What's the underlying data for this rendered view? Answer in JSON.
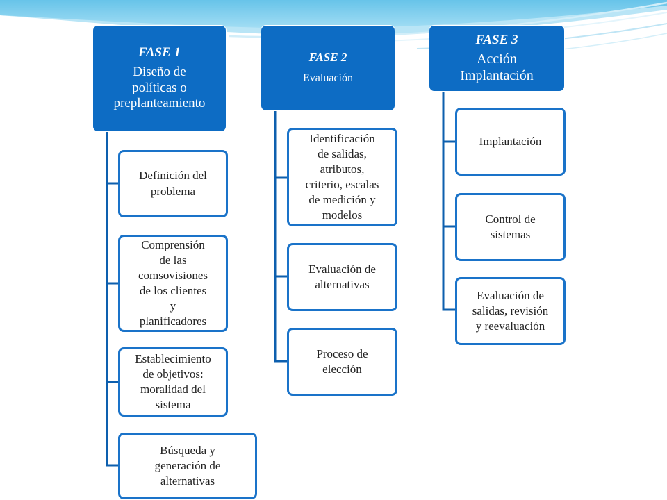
{
  "colors": {
    "phase_fill": "#0d6cc4",
    "task_border": "#1a73c9",
    "connector": "#0d5fae",
    "header_wave": "#5bc3e8"
  },
  "phase1": {
    "number": "FASE 1",
    "name": "Diseño de\npolíticas o\npreplanteamiento",
    "tasks": [
      "Definición del\nproblema",
      "Comprensión\nde las\ncomsovisiones\nde los clientes\ny\nplanificadores",
      "Establecimiento\nde objetivos:\nmoralidad del\nsistema",
      "Búsqueda y\ngeneración de\nalternativas"
    ]
  },
  "phase2": {
    "number": "FASE 2",
    "name": "Evaluación",
    "tasks": [
      "Identificación\nde salidas,\natributos,\ncriterio, escalas\nde medición y\nmodelos",
      "Evaluación de\nalternativas",
      "Proceso de\nelección"
    ]
  },
  "phase3": {
    "number": "FASE 3",
    "name": "Acción\nImplantación",
    "tasks": [
      "Implantación",
      "Control de\nsistemas",
      "Evaluación de\nsalidas, revisión\ny reevaluación"
    ]
  }
}
